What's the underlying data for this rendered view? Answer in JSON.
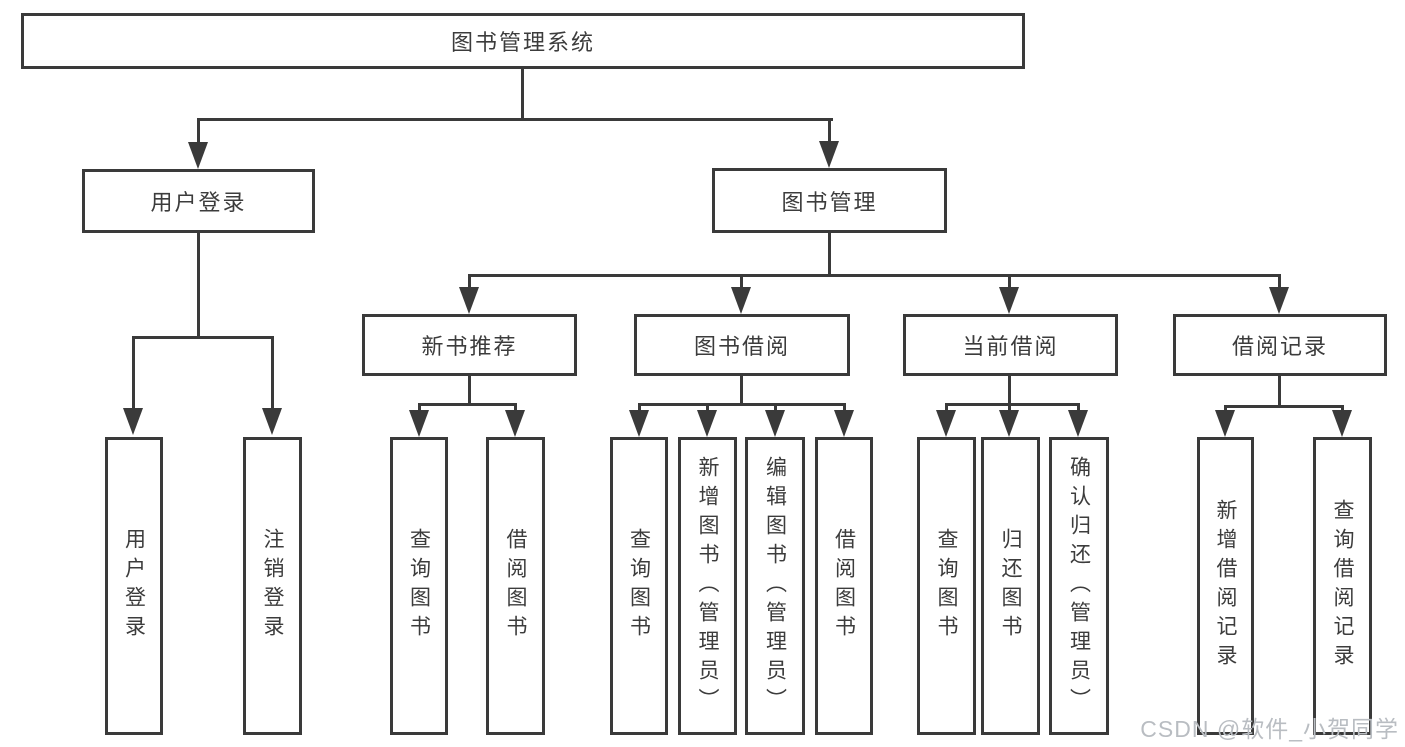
{
  "colors": {
    "line": "#3a3a3a",
    "text": "#3c3c3c",
    "background": "#ffffff",
    "watermark": "#b9bdc2"
  },
  "watermark": "CSDN @软件_小贺同学",
  "tree": {
    "root": "图书管理系统",
    "children": [
      {
        "label": "用户登录",
        "children": [
          {
            "label": "用户登录"
          },
          {
            "label": "注销登录"
          }
        ]
      },
      {
        "label": "图书管理",
        "children": [
          {
            "label": "新书推荐",
            "children": [
              {
                "label": "查询图书"
              },
              {
                "label": "借阅图书"
              }
            ]
          },
          {
            "label": "图书借阅",
            "children": [
              {
                "label": "查询图书"
              },
              {
                "label": "新增图书（管理员）"
              },
              {
                "label": "编辑图书（管理员）"
              },
              {
                "label": "借阅图书"
              }
            ]
          },
          {
            "label": "当前借阅",
            "children": [
              {
                "label": "查询图书"
              },
              {
                "label": "归还图书"
              },
              {
                "label": "确认归还（管理员）"
              }
            ]
          },
          {
            "label": "借阅记录",
            "children": [
              {
                "label": "新增借阅记录"
              },
              {
                "label": "查询借阅记录"
              }
            ]
          }
        ]
      }
    ]
  }
}
